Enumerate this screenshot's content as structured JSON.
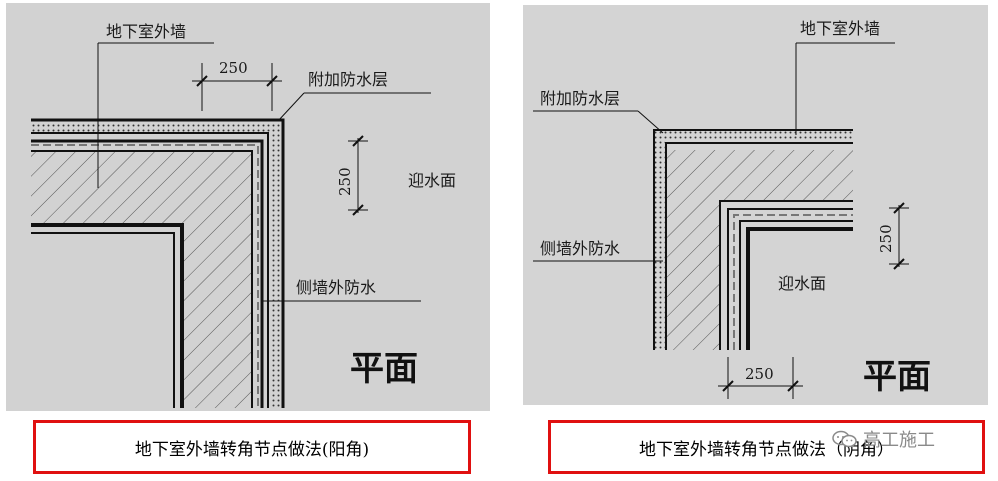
{
  "left": {
    "wall_label": "地下室外墙",
    "dim_top": "250",
    "extra_layer_label": "附加防水层",
    "dim_side": "250",
    "water_face_label": "迎水面",
    "side_wall_label": "侧墙外防水",
    "plan_label": "平面",
    "caption": "地下室外墙转角节点做法(阳角)"
  },
  "right": {
    "wall_label": "地下室外墙",
    "extra_layer_label": "附加防水层",
    "side_wall_label": "侧墙外防水",
    "dim_side": "250",
    "water_face_label": "迎水面",
    "dim_bottom": "250",
    "plan_label": "平面",
    "caption": "地下室外墙转角节点做法（阴角）"
  },
  "watermark": {
    "text": "高工施工",
    "icon": "wechat-icon"
  },
  "colors": {
    "panel_bg": "#d2d2d2",
    "caption_border": "#e01010",
    "line": "#111111"
  }
}
